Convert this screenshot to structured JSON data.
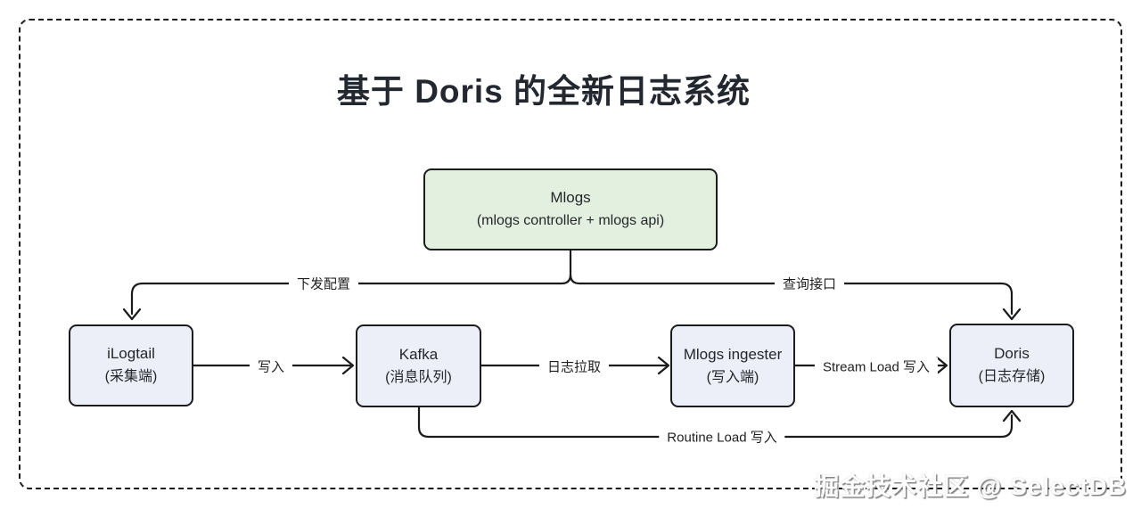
{
  "diagram": {
    "title": "基于 Doris 的全新日志系统",
    "nodes": {
      "mlogs": {
        "line1": "Mlogs",
        "line2": "(mlogs controller + mlogs api)"
      },
      "ilogtail": {
        "line1": "iLogtail",
        "line2": "(采集端)"
      },
      "kafka": {
        "line1": "Kafka",
        "line2": "(消息队列)"
      },
      "ingester": {
        "line1": "Mlogs ingester",
        "line2": "(写入端)"
      },
      "doris": {
        "line1": "Doris",
        "line2": "(日志存储)"
      }
    },
    "edges": {
      "dispatch_config": "下发配置",
      "query_api": "查询接口",
      "write": "写入",
      "log_pull": "日志拉取",
      "stream_load": "Stream Load 写入",
      "routine_load": "Routine Load 写入"
    },
    "colors": {
      "mlogs_fill": "#e3f0df",
      "node_fill": "#edeff8",
      "line_stroke": "#1b1b1b"
    },
    "watermark": "掘金技术社区 @ SelectDB"
  }
}
